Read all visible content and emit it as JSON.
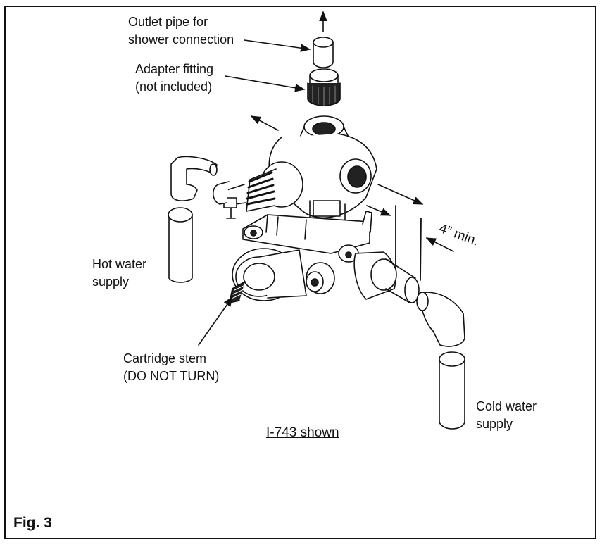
{
  "labels": {
    "outlet_pipe": [
      "Outlet pipe for",
      "shower connection"
    ],
    "adapter_fitting": [
      "Adapter fitting",
      "(not included)"
    ],
    "hot_water": [
      "Hot water",
      "supply"
    ],
    "cartridge_stem": [
      "Cartridge stem",
      "(DO NOT TURN)"
    ],
    "cold_water": [
      "Cold water",
      "supply"
    ],
    "dimension": "4” min."
  },
  "caption": "I-743 shown",
  "figure_label": "Fig. 3",
  "colors": {
    "line": "#111111",
    "background": "#ffffff"
  }
}
